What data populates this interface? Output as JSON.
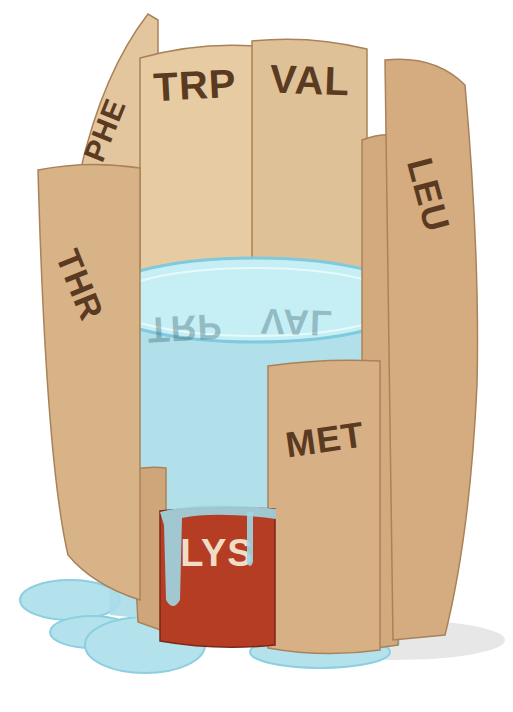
{
  "diagram": {
    "nodes": [
      {
        "text": [
          "PHE"
        ]
      },
      {
        "text": [
          "TRP"
        ]
      },
      {
        "text": [
          "VAL"
        ]
      },
      {
        "text": [
          "LEU"
        ]
      },
      {
        "text": [
          "THR"
        ]
      },
      {
        "text": [
          "MET"
        ]
      },
      {
        "text": [
          "LYS"
        ]
      }
    ],
    "labels": [
      "TRP",
      "VAL"
    ]
  }
}
